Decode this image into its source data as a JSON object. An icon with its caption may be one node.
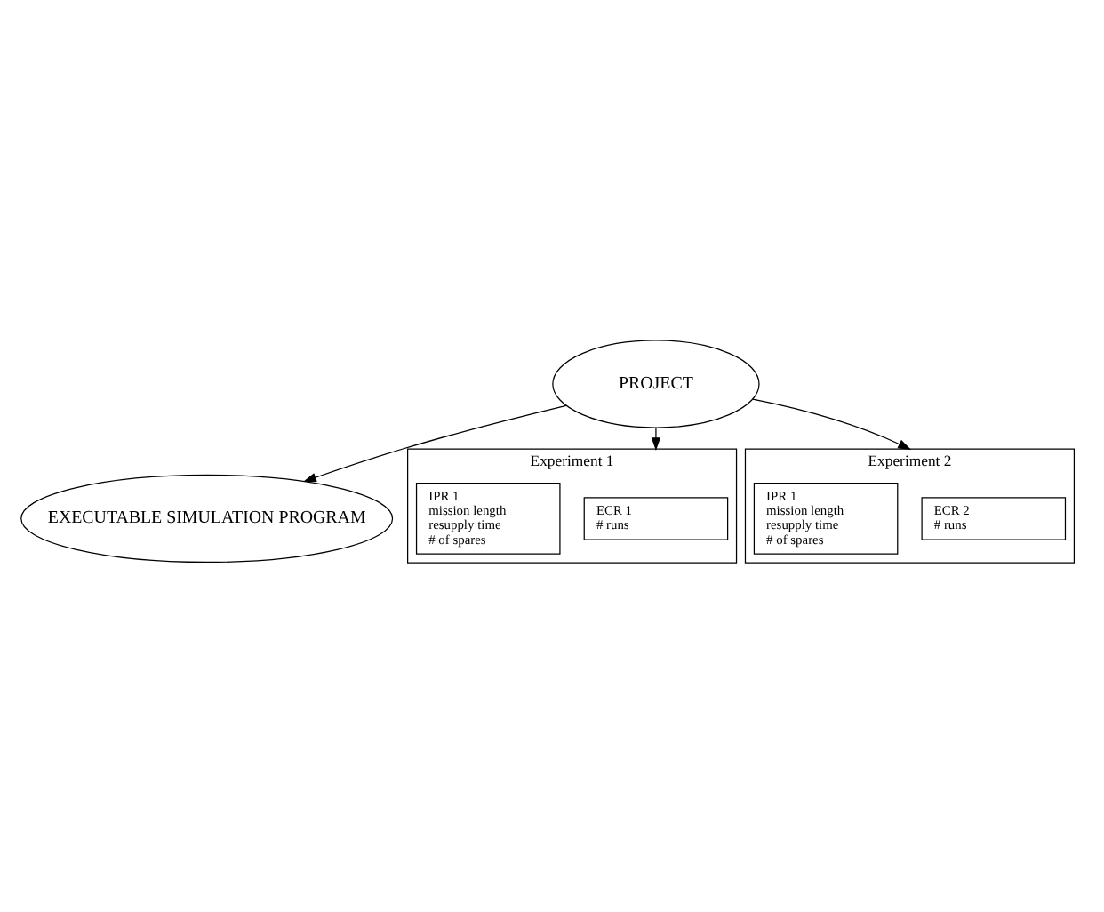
{
  "diagram": {
    "nodes": [
      {
        "text": [
          "PROJECT"
        ]
      },
      {
        "text": [
          "EXECUTABLE SIMULATION PROGRAM"
        ]
      },
      {
        "text": [
          "Experiment 1"
        ]
      },
      {
        "text": [
          "ECR 1",
          "# runs"
        ],
        "in": 2
      },
      {
        "text": [
          "IPR 1",
          "mission length",
          "resupply time",
          "# of spares"
        ],
        "in": 2
      },
      {
        "text": [
          "Experiment 2"
        ]
      },
      {
        "text": [
          "ECR 2",
          "# runs"
        ],
        "in": 5
      },
      {
        "text": [
          "IPR 1",
          "mission length",
          "resupply time",
          "# of spares"
        ],
        "in": 5
      }
    ],
    "edges": [
      {
        "from": 0,
        "to": 1,
        "arrow": "to"
      },
      {
        "from": 0,
        "to": 2,
        "arrow": "to"
      },
      {
        "from": 0,
        "to": 5,
        "arrow": "to"
      }
    ]
  }
}
